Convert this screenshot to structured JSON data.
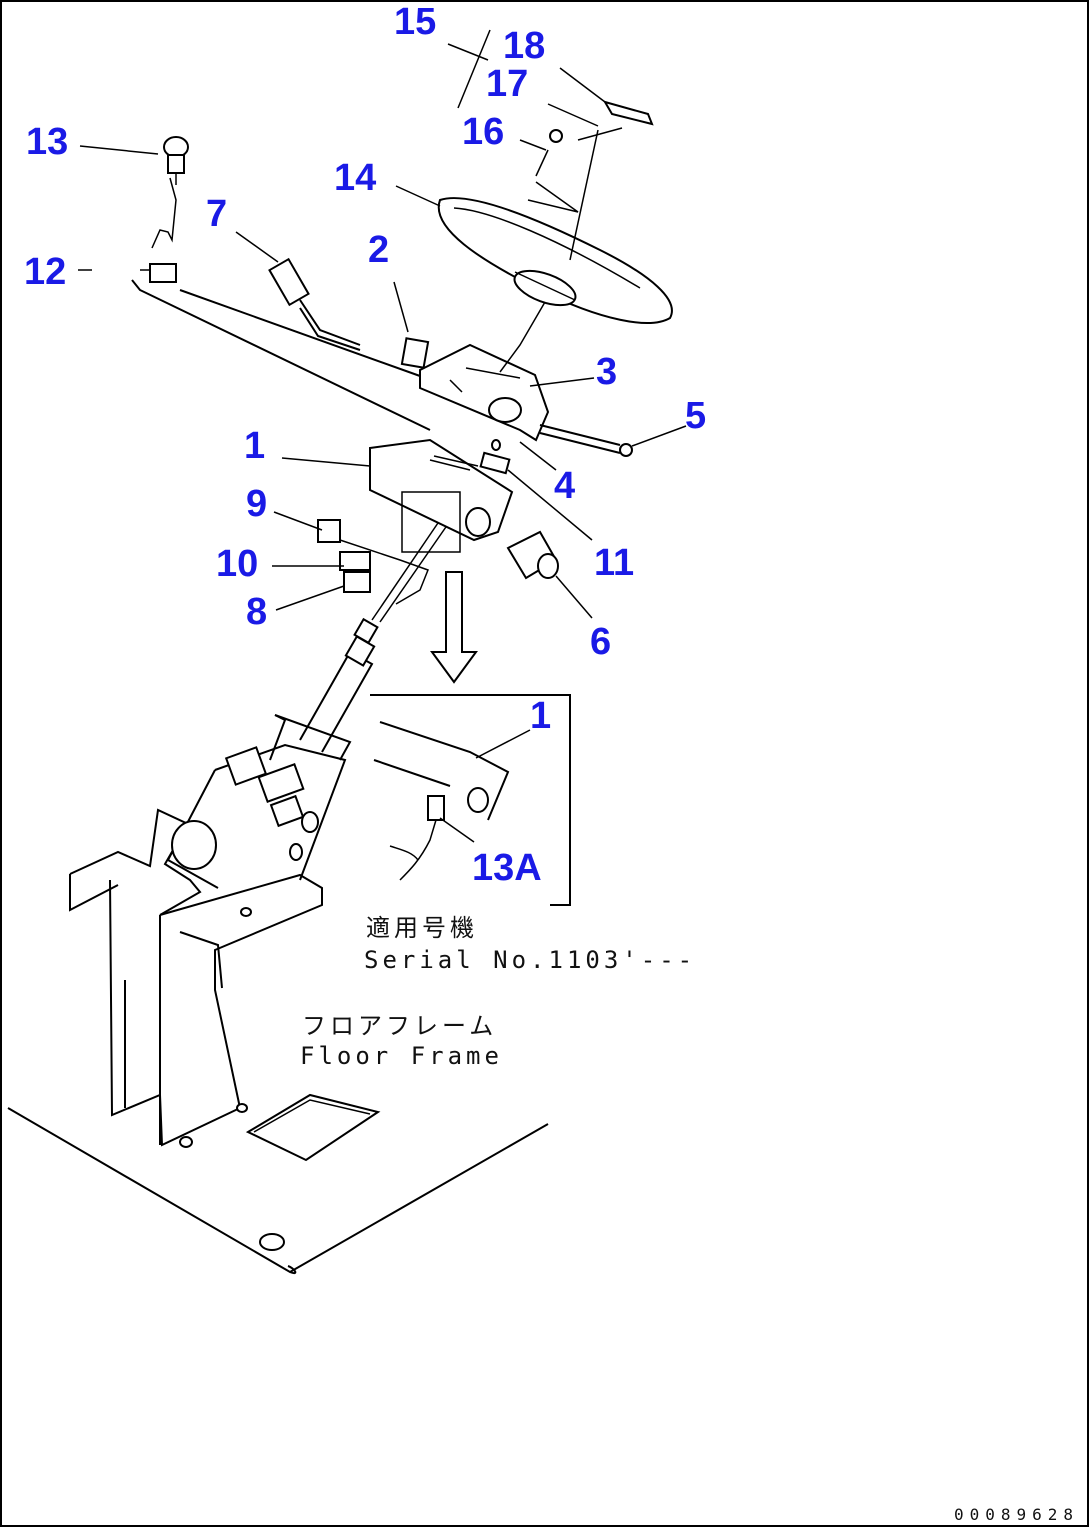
{
  "callouts": {
    "c1": "1",
    "c2": "2",
    "c3": "3",
    "c4": "4",
    "c5": "5",
    "c6": "6",
    "c7": "7",
    "c8": "8",
    "c9": "9",
    "c10": "10",
    "c11": "11",
    "c12": "12",
    "c13": "13",
    "c14": "14",
    "c15": "15",
    "c16": "16",
    "c17": "17",
    "c18": "18",
    "detail_1": "1",
    "detail_13a": "13A"
  },
  "notes": {
    "serial_jp": "適用号機",
    "serial_en": "Serial No.1103'---",
    "floor_jp": "フロアフレーム",
    "floor_en": "Floor Frame"
  },
  "drawing_code": "00089628",
  "colors": {
    "callout": "#1a1ae6",
    "line": "#000000",
    "background": "#ffffff"
  }
}
